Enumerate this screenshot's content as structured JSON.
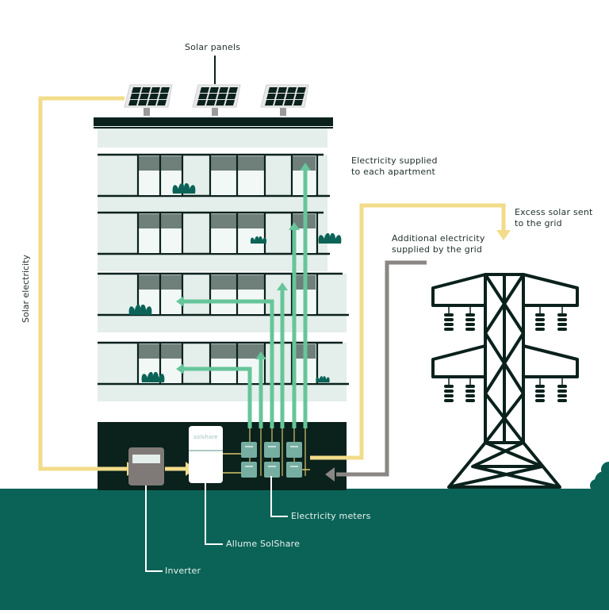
{
  "title": "Apartment building solar sharing diagram",
  "labels": {
    "solar_panels": "Solar panels",
    "solar_electricity": "Solar electricity",
    "supplied_line1": "Electricity supplied",
    "supplied_line2": "to each apartment",
    "excess_line1": "Excess solar sent",
    "excess_line2": "to the grid",
    "additional_line1": "Additional electricity",
    "additional_line2": "supplied by the grid",
    "meters": "Electricity meters",
    "solshare": "Allume SolShare",
    "inverter": "Inverter",
    "solshare_brand": "solshare"
  },
  "colors": {
    "ground": "#0b6357",
    "building_dark": "#0a211c",
    "facade": "#e4eeeb",
    "window_light": "#f2f8f6",
    "window_dark": "#6f7f7a",
    "plant": "#0b6357",
    "solar_flow": "#f2dc8a",
    "grid_flow": "#8a8684",
    "apartment_flow": "#66c59a",
    "meter": "#76aea2",
    "inverter": "#7f7a77",
    "pylon": "#0a211c"
  },
  "floors": 4,
  "meter_count": 6,
  "pylon_insulators": 8
}
